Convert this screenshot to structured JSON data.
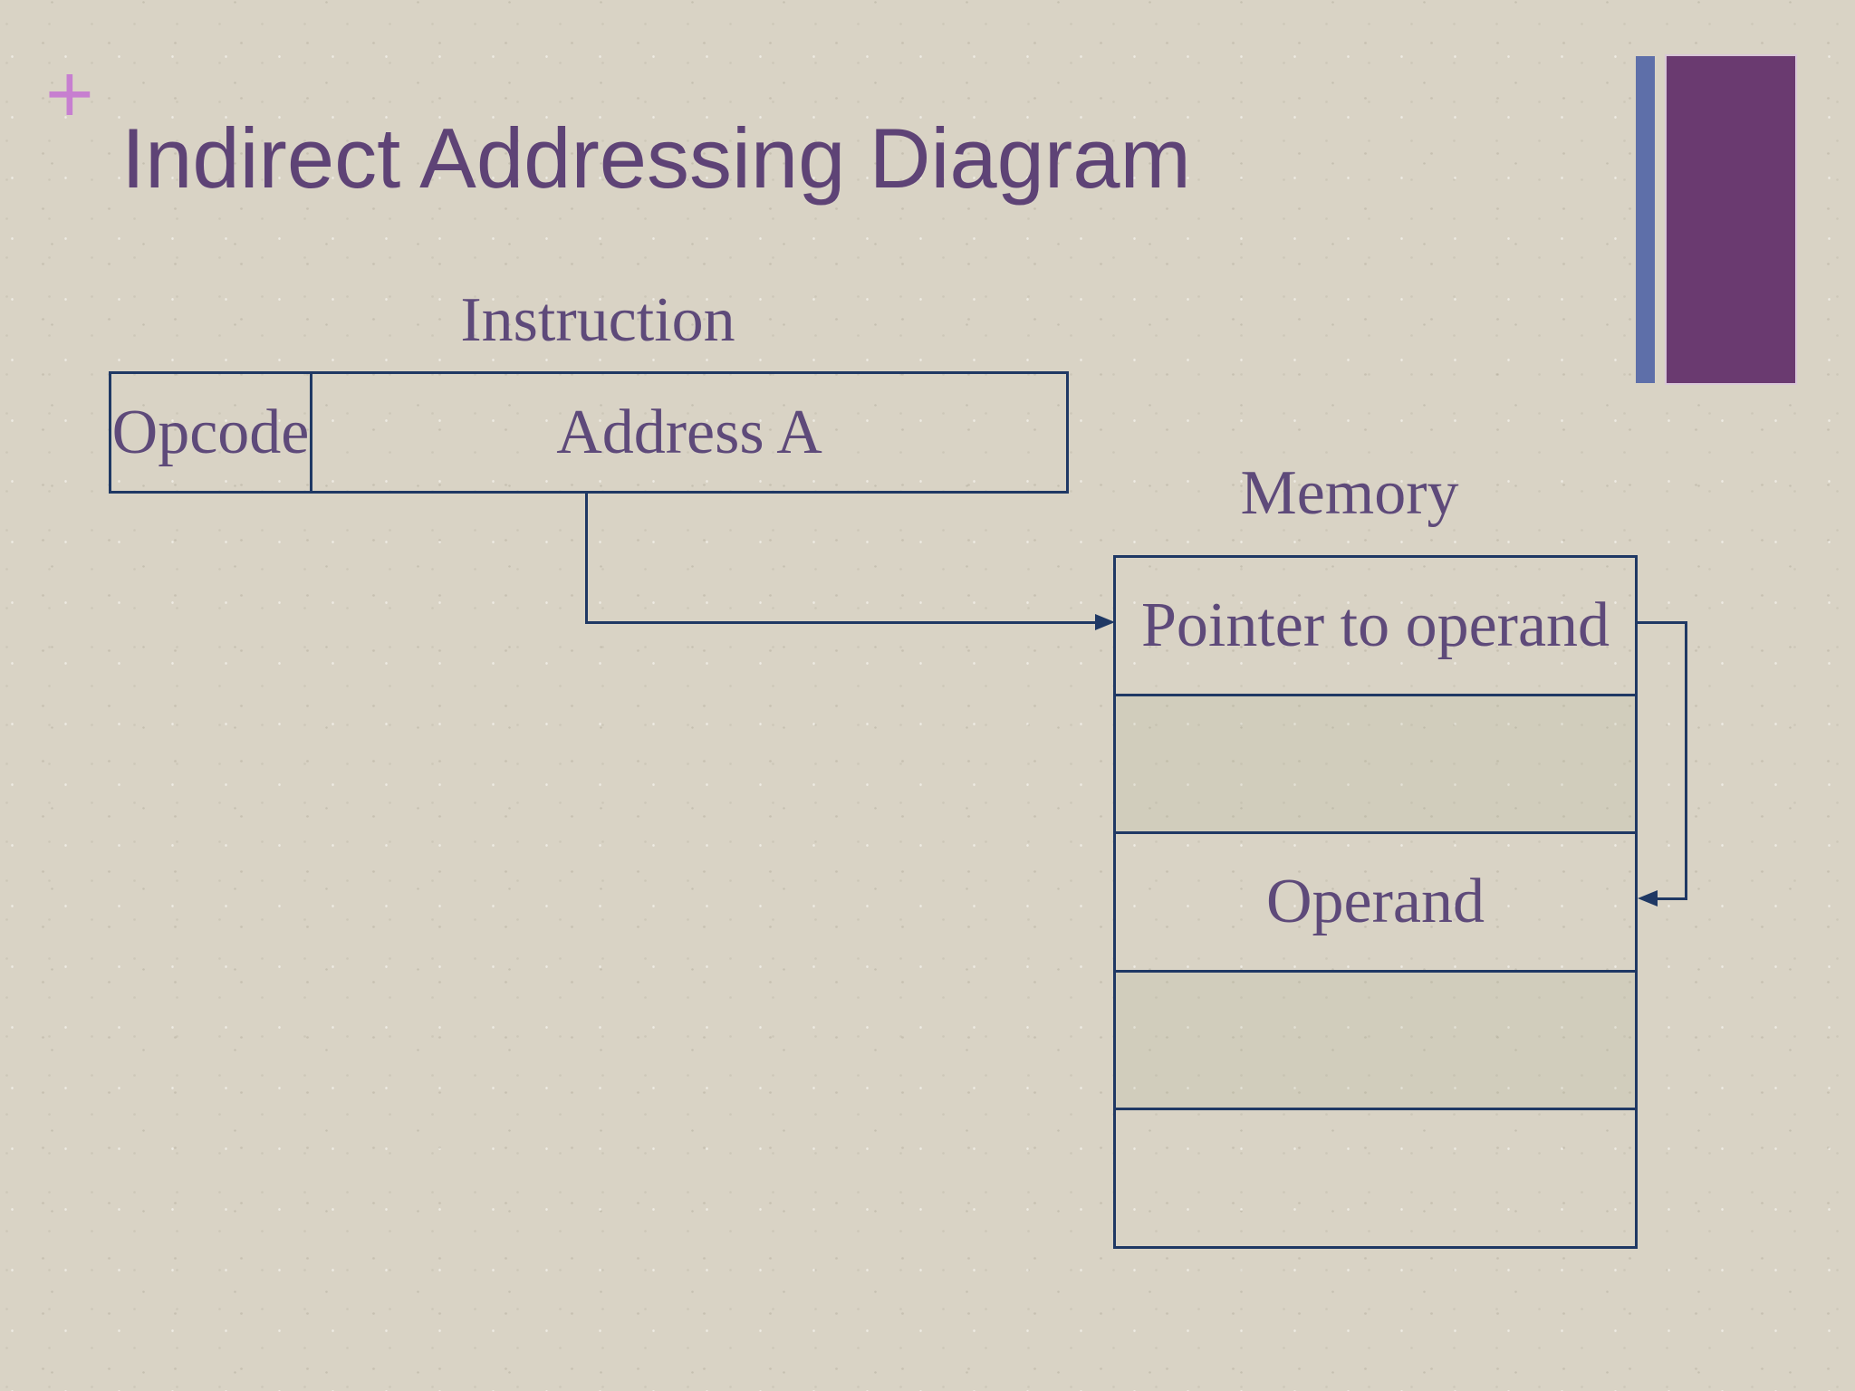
{
  "slide": {
    "bullet_glyph": "+",
    "title": "Indirect Addressing Diagram"
  },
  "instruction_section": {
    "label": "Instruction",
    "opcode_label": "Opcode",
    "address_label": "Address A"
  },
  "memory_section": {
    "label": "Memory",
    "rows": [
      "Pointer to operand",
      "",
      "Operand",
      "",
      ""
    ]
  },
  "icons": {
    "right_arrowhead": "arrowhead-right",
    "left_arrowhead": "arrowhead-left"
  },
  "colors": {
    "background": "#d9d3c5",
    "title_text": "#5e4376",
    "diagram_label_text": "#5e4a7a",
    "line_navy": "#1f3864",
    "plus_accent": "#c77fd0",
    "accent_bar_blue": "#5e6fa9",
    "accent_bar_plum": "#6a3a70"
  }
}
